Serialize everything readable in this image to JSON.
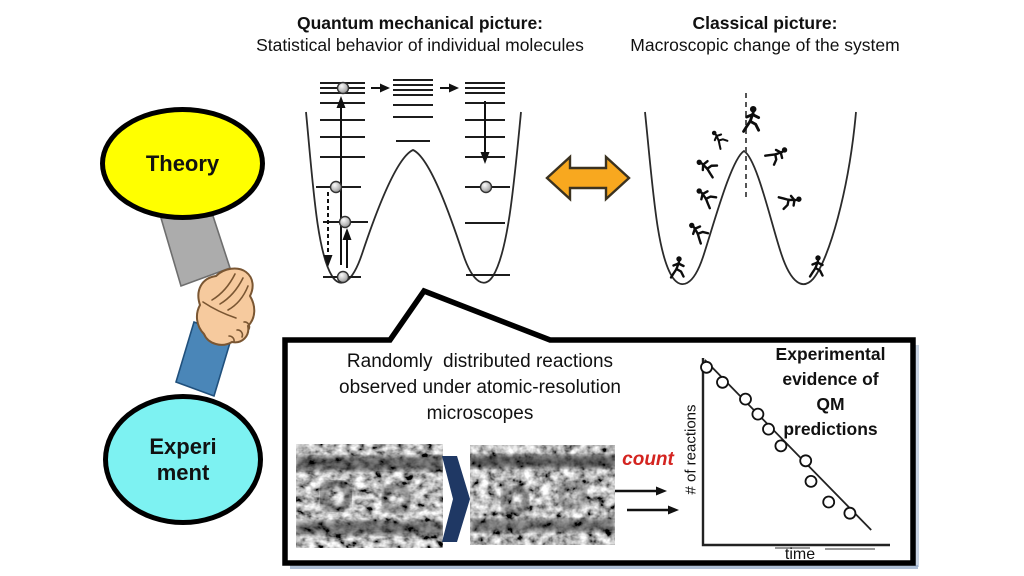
{
  "qm_panel": {
    "title": "Quantum mechanical picture:",
    "subtitle": "Statistical behavior of individual molecules"
  },
  "classical_panel": {
    "title": "Classical picture:",
    "subtitle": "Macroscopic change of the system"
  },
  "theory_bubble": {
    "label": "Theory",
    "fill": "#FFFF00"
  },
  "experiment_bubble": {
    "label": "Experi\nment",
    "fill": "#7DF2F2"
  },
  "callout": {
    "text": "Randomly  distributed reactions\nobserved under atomic-resolution\nmicroscopes",
    "count_label": "count"
  },
  "graph": {
    "title": "Experimental\nevidence of\nQM\npredictions",
    "ylabel": "# of reactions",
    "xlabel": "time"
  },
  "icons": {
    "double_arrow": "left-right-arrow",
    "image_arrow": "right-chevron-arrow",
    "handshake": "theory-experiment-handshake",
    "runner": "running-person"
  },
  "colors": {
    "theory_fill": "#FFFF00",
    "experiment_fill": "#7DF2F2",
    "double_arrow_fill": "#F8A81F",
    "image_arrow_fill": "#1F3864",
    "count_red": "#D42420",
    "sleeve_gray": "#ACACAC",
    "sleeve_blue": "#4A86B8",
    "hand_skin": "#F6CA9E"
  },
  "chart_data": {
    "type": "scatter",
    "title": "Experimental evidence of QM predictions",
    "xlabel": "time",
    "ylabel": "# of reactions",
    "axis_tick_labels": false,
    "legend": false,
    "marker": "open-circle",
    "points_norm": [
      [
        0.02,
        0.95
      ],
      [
        0.11,
        0.87
      ],
      [
        0.24,
        0.78
      ],
      [
        0.31,
        0.7
      ],
      [
        0.37,
        0.62
      ],
      [
        0.44,
        0.53
      ],
      [
        0.58,
        0.45
      ],
      [
        0.61,
        0.34
      ],
      [
        0.71,
        0.23
      ],
      [
        0.83,
        0.17
      ]
    ],
    "trend_line": {
      "from": [
        0.01,
        0.99
      ],
      "to": [
        0.95,
        0.08
      ]
    },
    "description": "Number of remaining reactions decreases linearly with time"
  }
}
